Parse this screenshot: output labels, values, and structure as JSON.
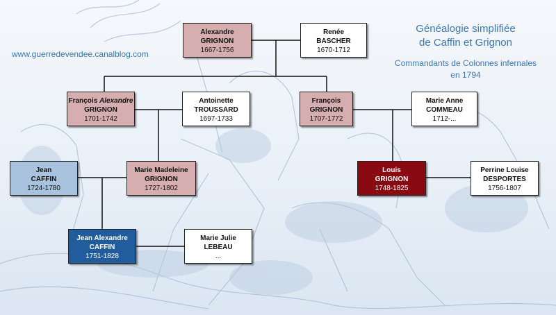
{
  "site_url": "www.guerredevendee.canalblog.com",
  "title": {
    "line1": "Généalogie simplifiée",
    "line2": "de Caffin et Grignon",
    "line3": "Commandants de Colonnes infernales",
    "line4": "en 1794"
  },
  "people": {
    "alexandre_grignon": {
      "first": "Alexandre",
      "last": "GRIGNON",
      "dates": "1667-1756"
    },
    "renee_bascher": {
      "first": "Renée",
      "last": "BASCHER",
      "dates": "1670-1712"
    },
    "francois_alexandre_grignon": {
      "first": "François",
      "first_italic": "Alexandre",
      "last": "GRIGNON",
      "dates": "1701-1742"
    },
    "antoinette_troussard": {
      "first": "Antoinette",
      "last": "TROUSSARD",
      "dates": "1697-1733"
    },
    "francois_grignon": {
      "first": "François",
      "last": "GRIGNON",
      "dates": "1707-1772"
    },
    "marie_anne_commeau": {
      "first": "Marie Anne",
      "last": "COMMEAU",
      "dates": "1712-..."
    },
    "jean_caffin": {
      "first": "Jean",
      "last": "CAFFIN",
      "dates": "1724-1780"
    },
    "marie_madeleine_grignon": {
      "first": "Marie Madeleine",
      "last": "GRIGNON",
      "dates": "1727-1802"
    },
    "louis_grignon": {
      "first": "Louis",
      "last": "GRIGNON",
      "dates": "1748-1825"
    },
    "perrine_louise_desportes": {
      "first": "Perrine Louise",
      "last": "DESPORTES",
      "dates": "1756-1807"
    },
    "jean_alexandre_caffin": {
      "first": "Jean Alexandre",
      "last": "CAFFIN",
      "dates": "1751-1828"
    },
    "marie_julie_lebeau": {
      "first": "Marie Julie",
      "last": "LEBEAU",
      "dates": "..."
    }
  },
  "colors": {
    "grignon_male": "#d6aeaf",
    "spouse": "#ffffff",
    "caffin": "#a9c3de",
    "highlight_grignon": "#8a0a12",
    "highlight_caffin": "#215d9c",
    "title_text": "#3a77b6"
  }
}
